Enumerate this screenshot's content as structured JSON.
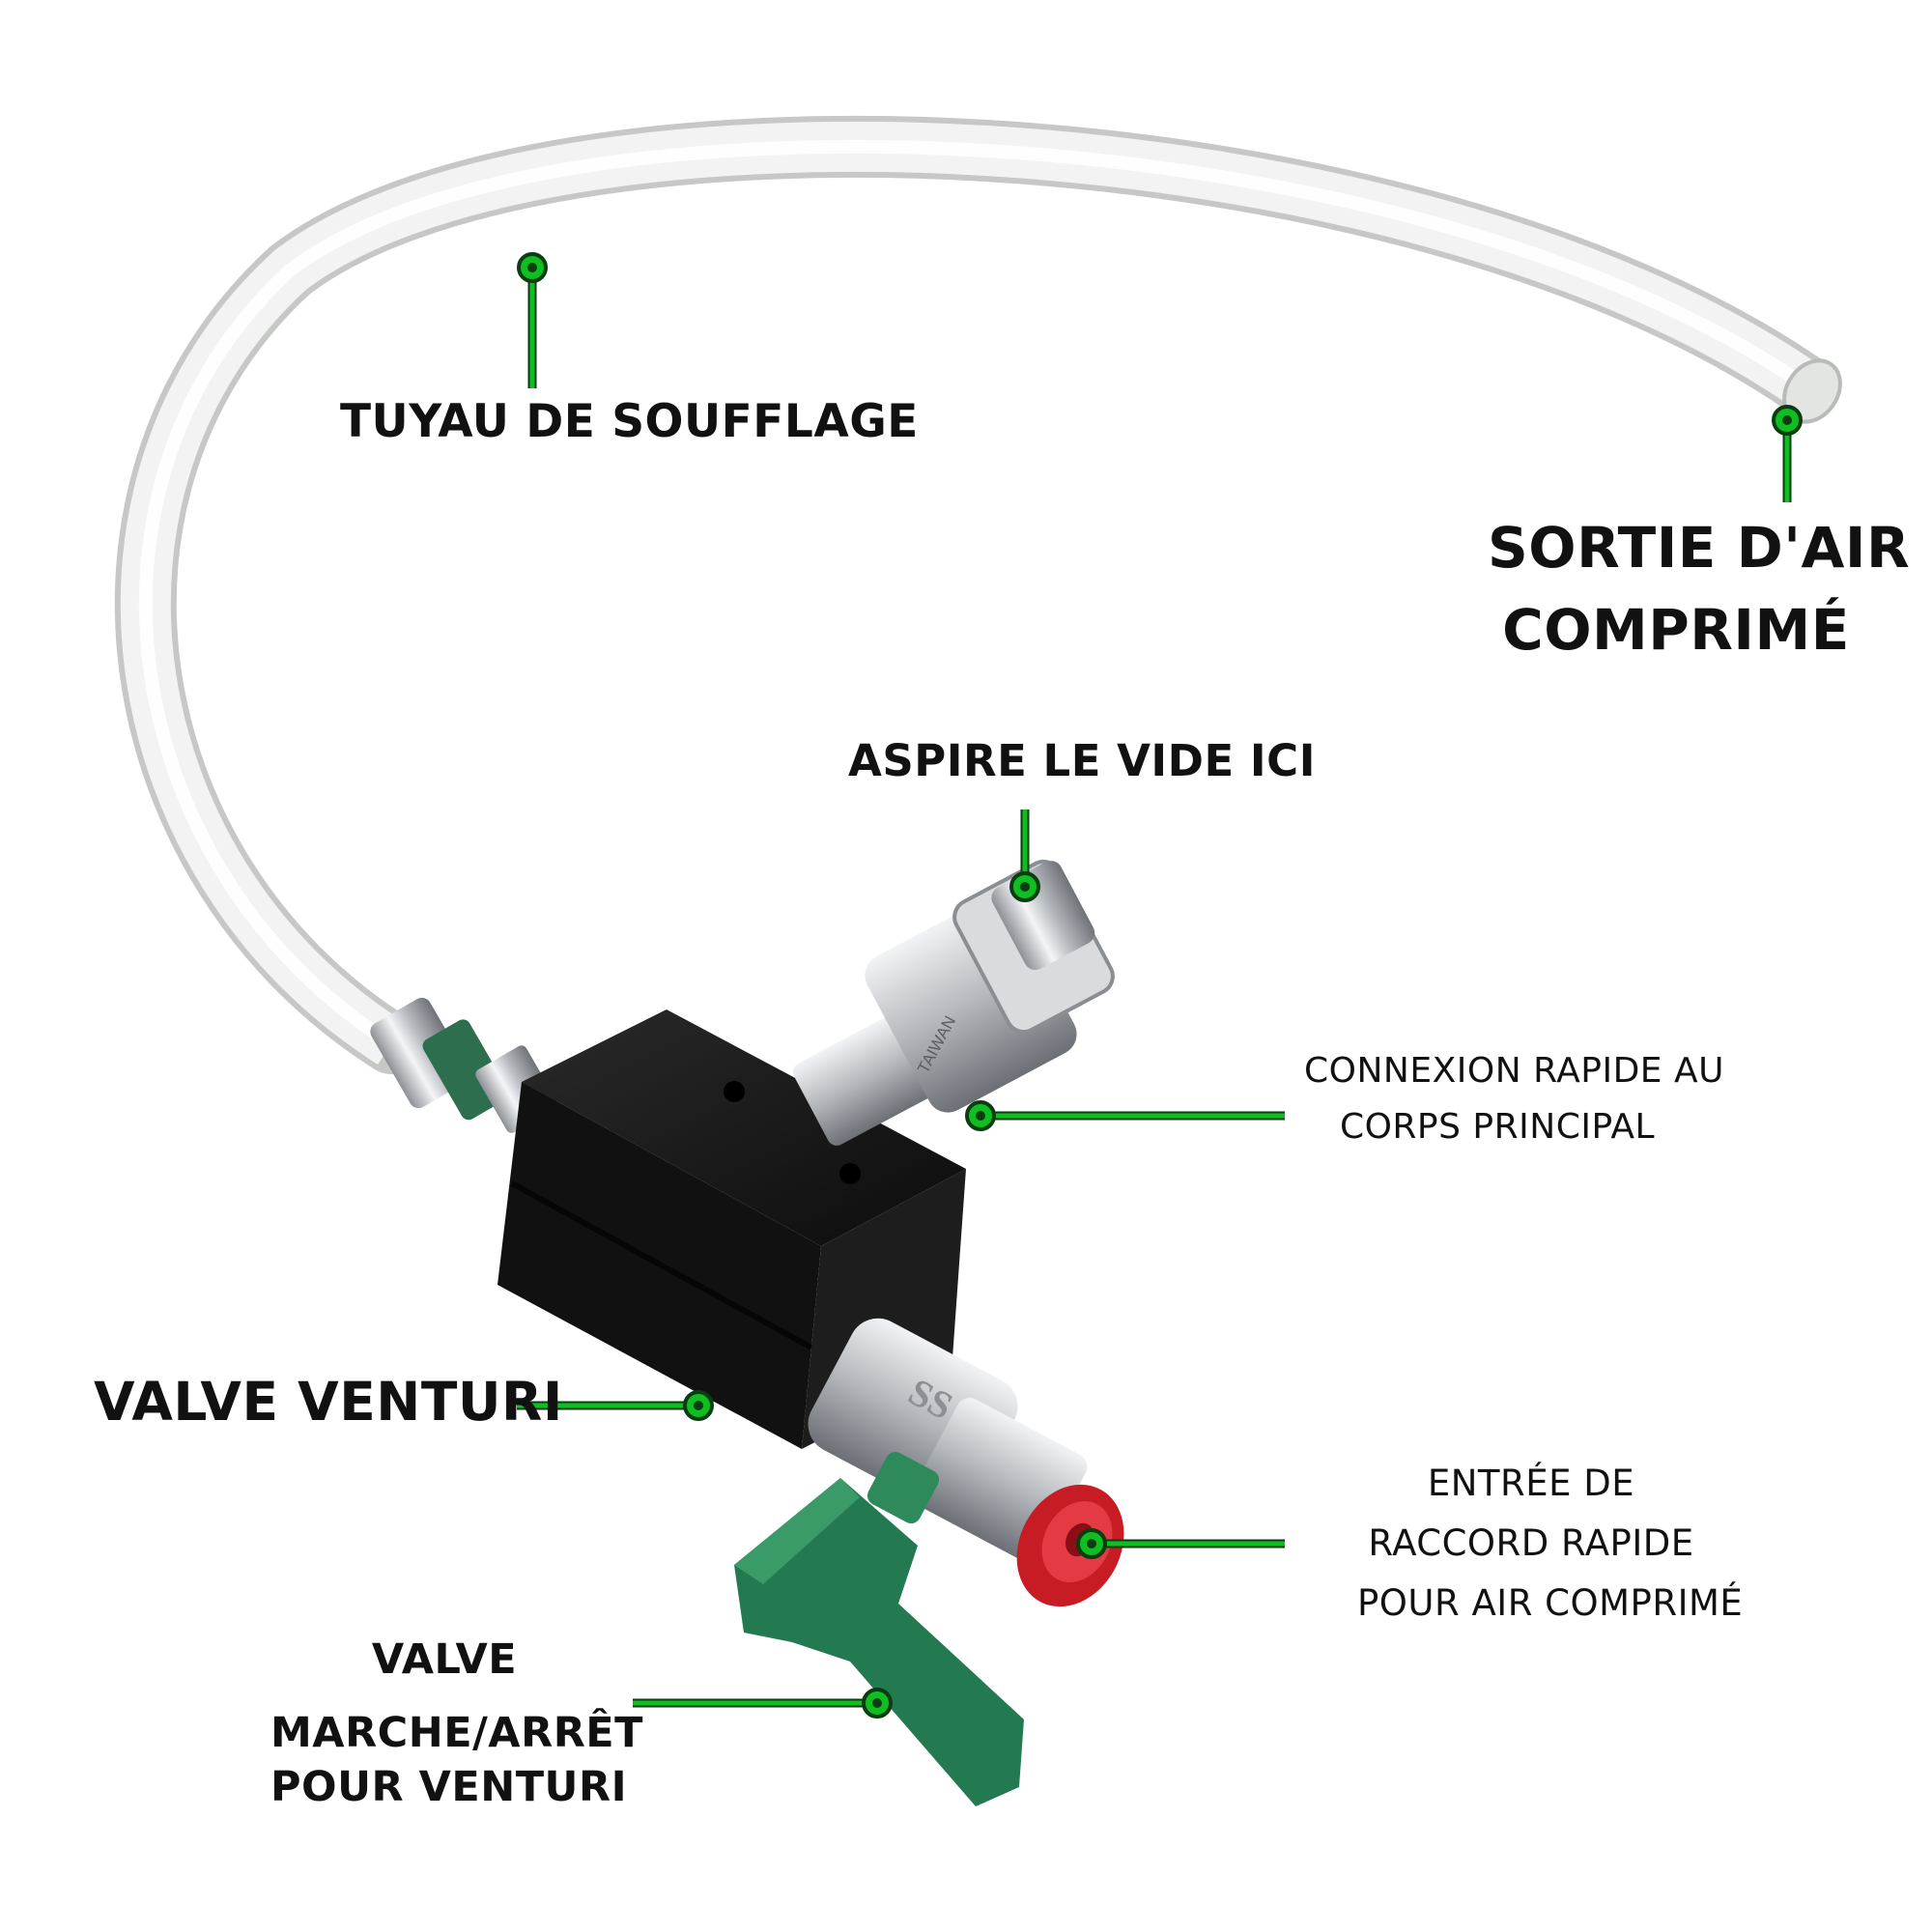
{
  "colors": {
    "accent_green": "#0fbf22",
    "leader_dark": "#0a3d10",
    "tube": "#eef0ee",
    "tube_edge": "#c9ccc9",
    "block": "#151515",
    "chrome": "#cfd2d6",
    "lever_green": "#237a4e",
    "inlet_red": "#d8202a"
  },
  "labels": {
    "blow_hose": "TUYAU DE SOUFFLAGE",
    "air_outlet_line1": "SORTIE D'AIR",
    "air_outlet_line2": "COMPRIMÉ",
    "vacuum_here": "ASPIRE LE VIDE ICI",
    "quick_connect_line1": "CONNEXION RAPIDE AU",
    "quick_connect_line2": "CORPS PRINCIPAL",
    "venturi_valve": "VALVE VENTURI",
    "inlet_line1": "ENTRÉE DE",
    "inlet_line2": "RACCORD RAPIDE",
    "inlet_line3": "POUR AIR COMPRIMÉ",
    "onoff_line1": "VALVE",
    "onoff_line2": "MARCHE/ARRÊT",
    "onoff_line3": "POUR VENTURI"
  },
  "part_text": {
    "coupler_stamp": "TAIWAN",
    "valve_stamp": "SS"
  }
}
